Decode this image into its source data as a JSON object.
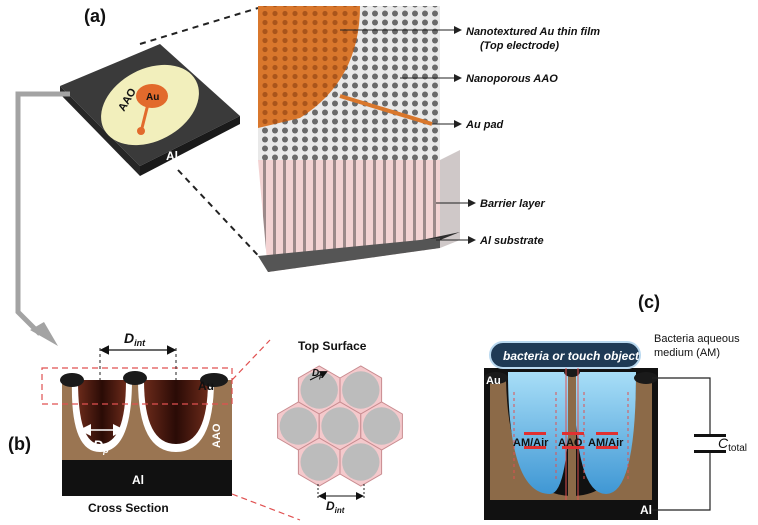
{
  "panels": {
    "a": "(a)",
    "b": "(b)",
    "c": "(c)"
  },
  "chip": {
    "aao": "AAO",
    "au": "Au",
    "al": "Al"
  },
  "callouts": {
    "au_film_line1": "Nanotextured Au thin film",
    "au_film_line2": "(Top electrode)",
    "nanoporous": "Nanoporous AAO",
    "au_pad": "Au pad",
    "barrier": "Barrier layer",
    "al_substrate": "Al substrate"
  },
  "cross_section": {
    "d_int": "D",
    "d_int_sub": "int",
    "d_p": "D",
    "d_p_sub": "p",
    "au": "Au",
    "aao": "AAO",
    "al": "Al",
    "caption": "Cross Section"
  },
  "top_surface": {
    "title": "Top Surface",
    "d_p": "D",
    "d_p_sub": "p",
    "d_int": "D",
    "d_int_sub": "int"
  },
  "panel_c": {
    "object": "bacteria or touch object",
    "medium_line1": "Bacteria aqueous",
    "medium_line2": "medium (AM)",
    "au": "Au",
    "al": "Al",
    "am_air_left": "AM/Air",
    "aao": "AAO",
    "am_air_right": "AM/Air",
    "c_total": "C",
    "c_total_sub": "total"
  },
  "colors": {
    "gold": "#e07a2c",
    "aao_tan": "#a07850",
    "al_black": "#111111",
    "pore_pink": "#f4c9cc",
    "pore_grey": "#bcbcbc",
    "water_blue": "#6fc4ef",
    "arrow_grey": "#9a9a9a",
    "dash_red": "#e05050"
  }
}
